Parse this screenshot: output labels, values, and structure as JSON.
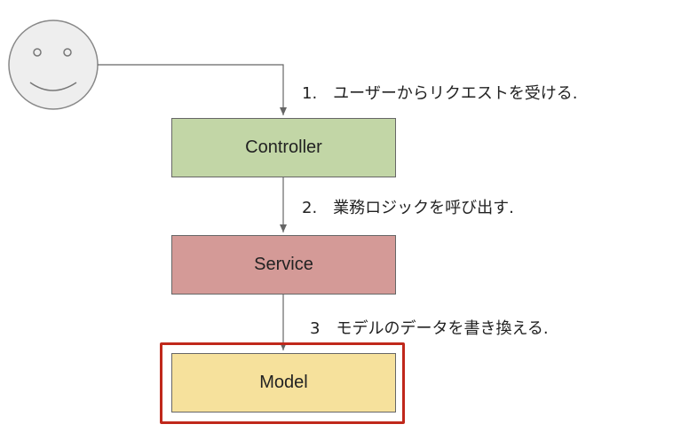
{
  "actor": {
    "icon": "smiley-face-icon"
  },
  "nodes": {
    "controller": {
      "label": "Controller",
      "color": "#c2d6a6"
    },
    "service": {
      "label": "Service",
      "color": "#d49a97"
    },
    "model": {
      "label": "Model",
      "color": "#f6e19c"
    }
  },
  "steps": {
    "step1": "1.　ユーザーからリクエストを受ける.",
    "step2": "2.　業務ロジックを呼び出す.",
    "step3": "3　モデルのデータを書き換える."
  },
  "highlight": {
    "target": "model",
    "color": "#c0281b"
  }
}
